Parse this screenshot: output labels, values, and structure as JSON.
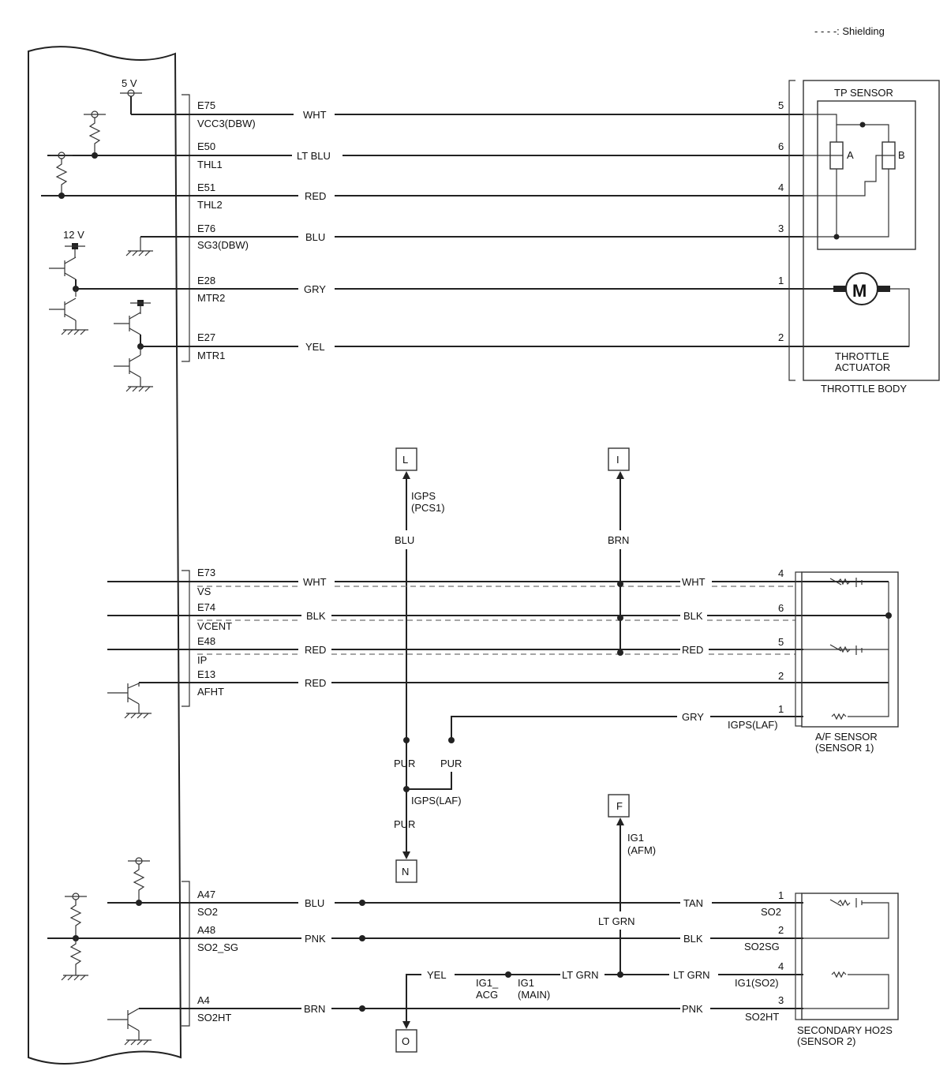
{
  "legend": {
    "shielding": "- - - -: Shielding"
  },
  "ecm": {
    "upper": [
      {
        "pin": "E75",
        "sig": "VCC3(DBW)",
        "color": "WHT",
        "term": "5"
      },
      {
        "pin": "E50",
        "sig": "THL1",
        "color": "LT BLU",
        "term": "6"
      },
      {
        "pin": "E51",
        "sig": "THL2",
        "color": "RED",
        "term": "4"
      },
      {
        "pin": "E76",
        "sig": "SG3(DBW)",
        "color": "BLU",
        "term": "3"
      },
      {
        "pin": "E28",
        "sig": "MTR2",
        "color": "GRY",
        "term": "1"
      },
      {
        "pin": "E27",
        "sig": "MTR1",
        "color": "YEL",
        "term": "2"
      }
    ],
    "middle": [
      {
        "pin": "E73",
        "sig": "VS",
        "color": "WHT",
        "color_right": "WHT",
        "term": "4"
      },
      {
        "pin": "E74",
        "sig": "VCENT",
        "color": "BLK",
        "color_right": "BLK",
        "term": "6"
      },
      {
        "pin": "E48",
        "sig": "IP",
        "color": "RED",
        "color_right": "RED",
        "term": "5"
      },
      {
        "pin": "E13",
        "sig": "AFHT",
        "color": "RED",
        "color_right": "",
        "term": "2"
      }
    ],
    "lower": [
      {
        "pin": "A47",
        "sig": "SO2",
        "color": "BLU",
        "color_right": "TAN",
        "term": "1",
        "term_sig": "SO2"
      },
      {
        "pin": "A48",
        "sig": "SO2_SG",
        "color": "PNK",
        "color_right": "BLK",
        "term": "2",
        "term_sig": "SO2SG"
      },
      {
        "pin": "A4",
        "sig": "SO2HT",
        "color": "BRN",
        "color_right": "PNK",
        "term": "3",
        "term_sig": "SO2HT"
      }
    ]
  },
  "voltages": {
    "v5": "5 V",
    "v12": "12 V"
  },
  "throttle": {
    "tp_sensor": "TP SENSOR",
    "a": "A",
    "b": "B",
    "motor": "M",
    "actuator_l1": "THROTTLE",
    "actuator_l2": "ACTUATOR",
    "body": "THROTTLE BODY"
  },
  "connectors": {
    "L": "L",
    "I": "I",
    "F": "F",
    "N": "N",
    "O": "O"
  },
  "afs": {
    "igps_pcs1_l1": "IGPS",
    "igps_pcs1_l2": "(PCS1)",
    "blu": "BLU",
    "brn": "BRN",
    "gry": "GRY",
    "term1": "1",
    "igps_laf_term": "IGPS(LAF)",
    "pur_left": "PUR",
    "pur_right": "PUR",
    "igps_laf": "IGPS(LAF)",
    "pur_down": "PUR",
    "sensor_l1": "A/F SENSOR",
    "sensor_l2": "(SENSOR 1)"
  },
  "ho2s": {
    "ig1_afm_l1": "IG1",
    "ig1_afm_l2": "(AFM)",
    "lt_grn_v": "LT GRN",
    "yel": "YEL",
    "ig1_acg_l1": "IG1_",
    "ig1_acg_l2": "ACG",
    "ig1_main_l1": "IG1",
    "ig1_main_l2": "(MAIN)",
    "lt_grn_mid": "LT GRN",
    "lt_grn_right": "LT GRN",
    "term4": "4",
    "ig1_so2": "IG1(SO2)",
    "sensor_l1": "SECONDARY HO2S",
    "sensor_l2": "(SENSOR 2)"
  }
}
